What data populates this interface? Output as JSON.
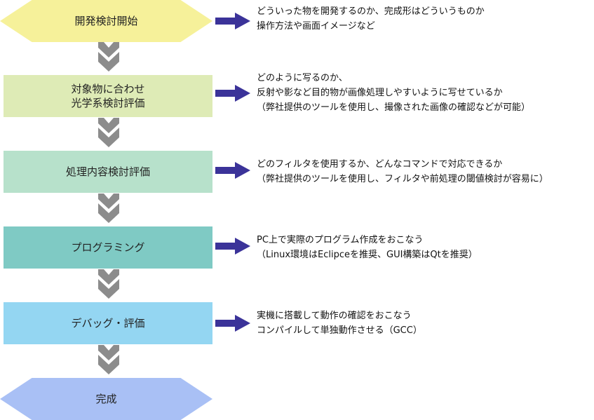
{
  "colors": {
    "arrow": "#3b3399",
    "chevron": "#8c8c8c",
    "step_start": "#f6f19a",
    "step_optics": "#deebb6",
    "step_processing": "#b7e1cb",
    "step_programming": "#7fcac4",
    "step_debug": "#94d6f2",
    "step_complete": "#a9c0f5"
  },
  "steps": [
    {
      "label": "開発検討開始",
      "shape": "hexagon",
      "description": [
        "どういった物を開発するのか、完成形はどういうものか",
        "操作方法や画面イメージなど"
      ]
    },
    {
      "label": "対象物に合わせ\n光学系検討評価",
      "shape": "rectangle",
      "description": [
        "どのように写るのか、",
        "反射や影など目的物が画像処理しやすいように写せているか",
        "（弊社提供のツールを使用し、撮像された画像の確認などが可能）"
      ]
    },
    {
      "label": "処理内容検討評価",
      "shape": "rectangle",
      "description": [
        "どのフィルタを使用するか、どんなコマンドで対応できるか",
        "（弊社提供のツールを使用し、フィルタや前処理の閾値検討が容易に）"
      ]
    },
    {
      "label": "プログラミング",
      "shape": "rectangle",
      "description": [
        "PC上で実際のプログラム作成をおこなう",
        "（Linux環境はEclipceを推奨、GUI構築はQtを推奨）"
      ]
    },
    {
      "label": "デバッグ・評価",
      "shape": "rectangle",
      "description": [
        "実機に搭載して動作の確認をおこなう",
        "コンパイルして単独動作させる（GCC）"
      ]
    },
    {
      "label": "完成",
      "shape": "hexagon",
      "description": []
    }
  ]
}
